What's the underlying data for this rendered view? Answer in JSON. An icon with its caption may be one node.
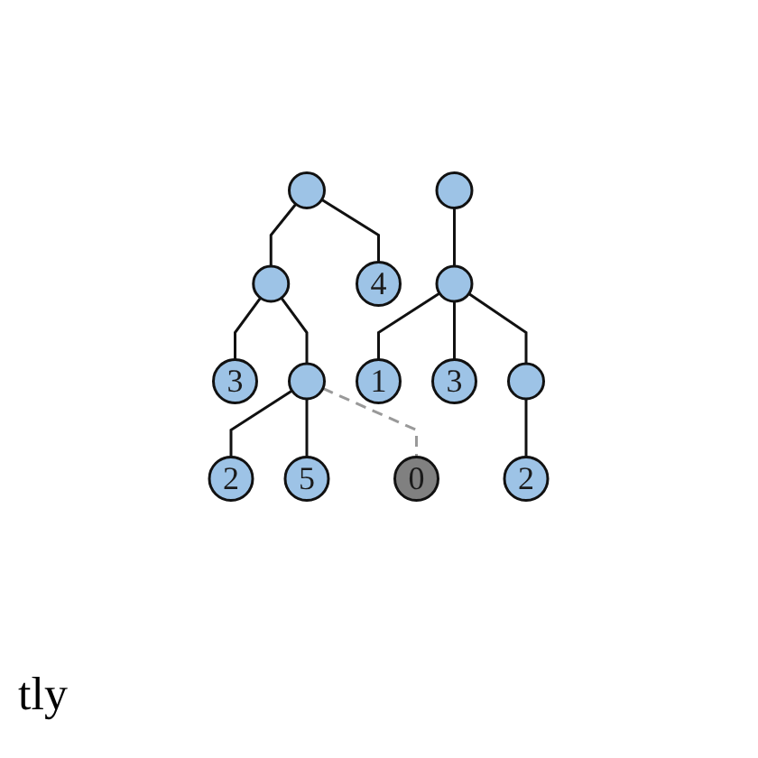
{
  "diagram": {
    "nodes": [
      {
        "text": [],
        "shape": "circle"
      },
      {
        "text": [],
        "shape": "circle"
      },
      {
        "text": [],
        "shape": "circle"
      },
      {
        "text": [
          "4"
        ]
      },
      {
        "text": [],
        "shape": "circle"
      },
      {
        "text": [
          "3"
        ]
      },
      {
        "text": [],
        "shape": "circle"
      },
      {
        "text": [
          "1"
        ]
      },
      {
        "text": [
          "3"
        ]
      },
      {
        "text": [],
        "shape": "circle"
      },
      {
        "text": [
          "2"
        ]
      },
      {
        "text": [
          "5"
        ]
      },
      {
        "text": [
          "0"
        ]
      },
      {
        "text": [
          "2"
        ]
      }
    ],
    "edges": [
      {
        "from": 0,
        "to": 2,
        "arrow": "none"
      },
      {
        "from": 0,
        "to": 3,
        "arrow": "none"
      },
      {
        "from": 1,
        "to": 4,
        "arrow": "none"
      },
      {
        "from": 2,
        "to": 5,
        "arrow": "none"
      },
      {
        "from": 2,
        "to": 6,
        "arrow": "none"
      },
      {
        "from": 4,
        "to": 7,
        "arrow": "none"
      },
      {
        "from": 4,
        "to": 8,
        "arrow": "none"
      },
      {
        "from": 4,
        "to": 9,
        "arrow": "none"
      },
      {
        "from": 6,
        "to": 10,
        "arrow": "none"
      },
      {
        "from": 6,
        "to": 11,
        "arrow": "none"
      },
      {
        "from": 6,
        "to": 12,
        "arrow": "none",
        "style": "dashed",
        "color": "#999999"
      },
      {
        "from": 9,
        "to": 13,
        "arrow": "none"
      }
    ],
    "labels": [
      "tly"
    ]
  }
}
